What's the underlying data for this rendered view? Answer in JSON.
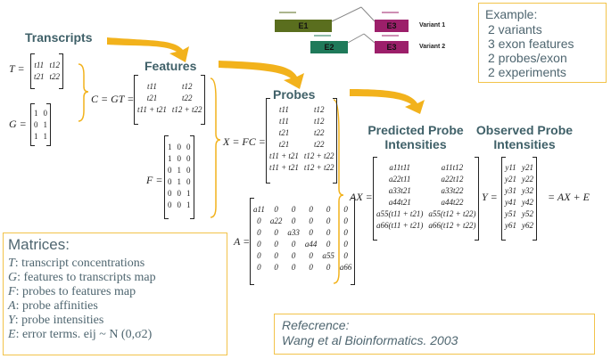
{
  "headers": {
    "transcripts": "Transcripts",
    "features": "Features",
    "probes": "Probes",
    "predicted": [
      "Predicted Probe",
      "Intensities"
    ],
    "observed": [
      "Observed Probe",
      "Intensities"
    ]
  },
  "exons": {
    "e1": "E1",
    "e2": "E2",
    "e3a": "E3",
    "e3b": "E3",
    "variant1": "Variant 1",
    "variant2": "Variant 2",
    "colors": {
      "e1": "#5a6e1e",
      "e2": "#1f7a5a",
      "e3": "#9c1f6a"
    }
  },
  "example": {
    "title": "Example:",
    "lines": [
      "2 variants",
      "3 exon features",
      "2 probes/exon",
      "2 experiments"
    ]
  },
  "equations": {
    "T_lhs": "T =",
    "G_lhs": "G =",
    "C_lhs": "C = GT =",
    "F_lhs": "F =",
    "X_lhs": "X = FC =",
    "A_lhs": "A =",
    "AX_lhs": "AX =",
    "Y_lhs": "Y =",
    "Y_rhs": "= AX + E"
  },
  "matrices": {
    "T": [
      [
        "t11",
        "t12"
      ],
      [
        "t21",
        "t22"
      ]
    ],
    "G": [
      [
        "1",
        "0"
      ],
      [
        "0",
        "1"
      ],
      [
        "1",
        "1"
      ]
    ],
    "C": [
      [
        "t11",
        "t12"
      ],
      [
        "t21",
        "t22"
      ],
      [
        "t11 + t21",
        "t12 + t22"
      ]
    ],
    "F": [
      [
        "1",
        "0",
        "0"
      ],
      [
        "1",
        "0",
        "0"
      ],
      [
        "0",
        "1",
        "0"
      ],
      [
        "0",
        "1",
        "0"
      ],
      [
        "0",
        "0",
        "1"
      ],
      [
        "0",
        "0",
        "1"
      ]
    ],
    "X": [
      [
        "t11",
        "t12"
      ],
      [
        "t11",
        "t12"
      ],
      [
        "t21",
        "t22"
      ],
      [
        "t21",
        "t22"
      ],
      [
        "t11 + t21",
        "t12 + t22"
      ],
      [
        "t11 + t21",
        "t12 + t22"
      ]
    ],
    "A": [
      [
        "a11",
        "0",
        "0",
        "0",
        "0",
        "0"
      ],
      [
        "0",
        "a22",
        "0",
        "0",
        "0",
        "0"
      ],
      [
        "0",
        "0",
        "a33",
        "0",
        "0",
        "0"
      ],
      [
        "0",
        "0",
        "0",
        "a44",
        "0",
        "0"
      ],
      [
        "0",
        "0",
        "0",
        "0",
        "a55",
        "0"
      ],
      [
        "0",
        "0",
        "0",
        "0",
        "0",
        "a66"
      ]
    ],
    "AX": [
      [
        "a11t11",
        "a11t12"
      ],
      [
        "a22t11",
        "a22t12"
      ],
      [
        "a33t21",
        "a33t22"
      ],
      [
        "a44t21",
        "a44t22"
      ],
      [
        "a55(t11 + t21)",
        "a55(t12 + t22)"
      ],
      [
        "a66(t11 + t21)",
        "a66(t12 + t22)"
      ]
    ],
    "Y": [
      [
        "y11",
        "y21"
      ],
      [
        "y21",
        "y22"
      ],
      [
        "y31",
        "y32"
      ],
      [
        "y41",
        "y42"
      ],
      [
        "y51",
        "y52"
      ],
      [
        "y61",
        "y62"
      ]
    ]
  },
  "legend": {
    "title": "Matrices:",
    "items": [
      {
        "sym": "T",
        "text": ": transcript concentrations"
      },
      {
        "sym": "G",
        "text": ": features to transcripts map"
      },
      {
        "sym": "F",
        "text": ": probes to features map"
      },
      {
        "sym": "A",
        "text": ": probe affinities"
      },
      {
        "sym": "Y",
        "text": ": probe intensities"
      },
      {
        "sym": "E",
        "text": ": error terms. eij ~ N (0,σ2)"
      }
    ]
  },
  "reference": {
    "title": "Refecrence:",
    "citation": "Wang et al  Bioinformatics. 2003"
  },
  "colors": {
    "arrow": "#f2b21c",
    "brace": "#f2b21c",
    "header": "#3f6068"
  }
}
